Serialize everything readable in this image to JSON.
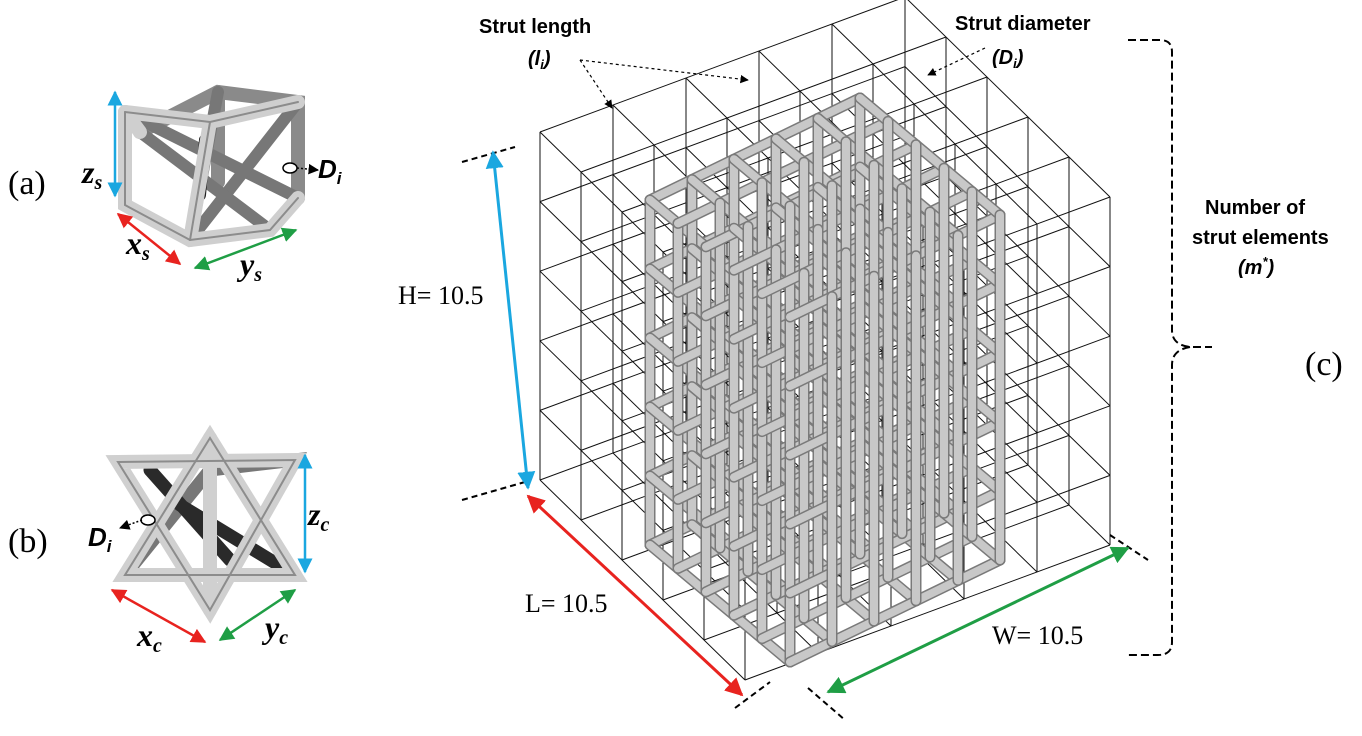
{
  "panels": {
    "a": {
      "label": "(a)",
      "z": {
        "base": "z",
        "sub": "s"
      },
      "x": {
        "base": "x",
        "sub": "s"
      },
      "y": {
        "base": "y",
        "sub": "s"
      },
      "d": {
        "base": "D",
        "sub": "i"
      }
    },
    "b": {
      "label": "(b)",
      "z": {
        "base": "z",
        "sub": "c"
      },
      "x": {
        "base": "x",
        "sub": "c"
      },
      "y": {
        "base": "y",
        "sub": "c"
      },
      "d": {
        "base": "D",
        "sub": "i"
      }
    },
    "c": {
      "label": "(c)",
      "height_label": "H= 10.5",
      "length_label": "L= 10.5",
      "width_label": "W= 10.5",
      "strut_length": {
        "title": "Strut length",
        "symbol": "(l",
        "sub": "i",
        "close": ")"
      },
      "strut_diameter": {
        "title": "Strut diameter",
        "symbol": "(D",
        "sub": "i",
        "close": ")"
      },
      "elements": {
        "line1": "Number of",
        "line2": "strut elements",
        "symbol": "(m",
        "sup": "*",
        "close": ")"
      }
    }
  },
  "colors": {
    "blue": "#1aa7e0",
    "red": "#e8231f",
    "green": "#1f9e45",
    "strut": "#c8c8c8",
    "strut_edge": "#7a7a7a"
  }
}
